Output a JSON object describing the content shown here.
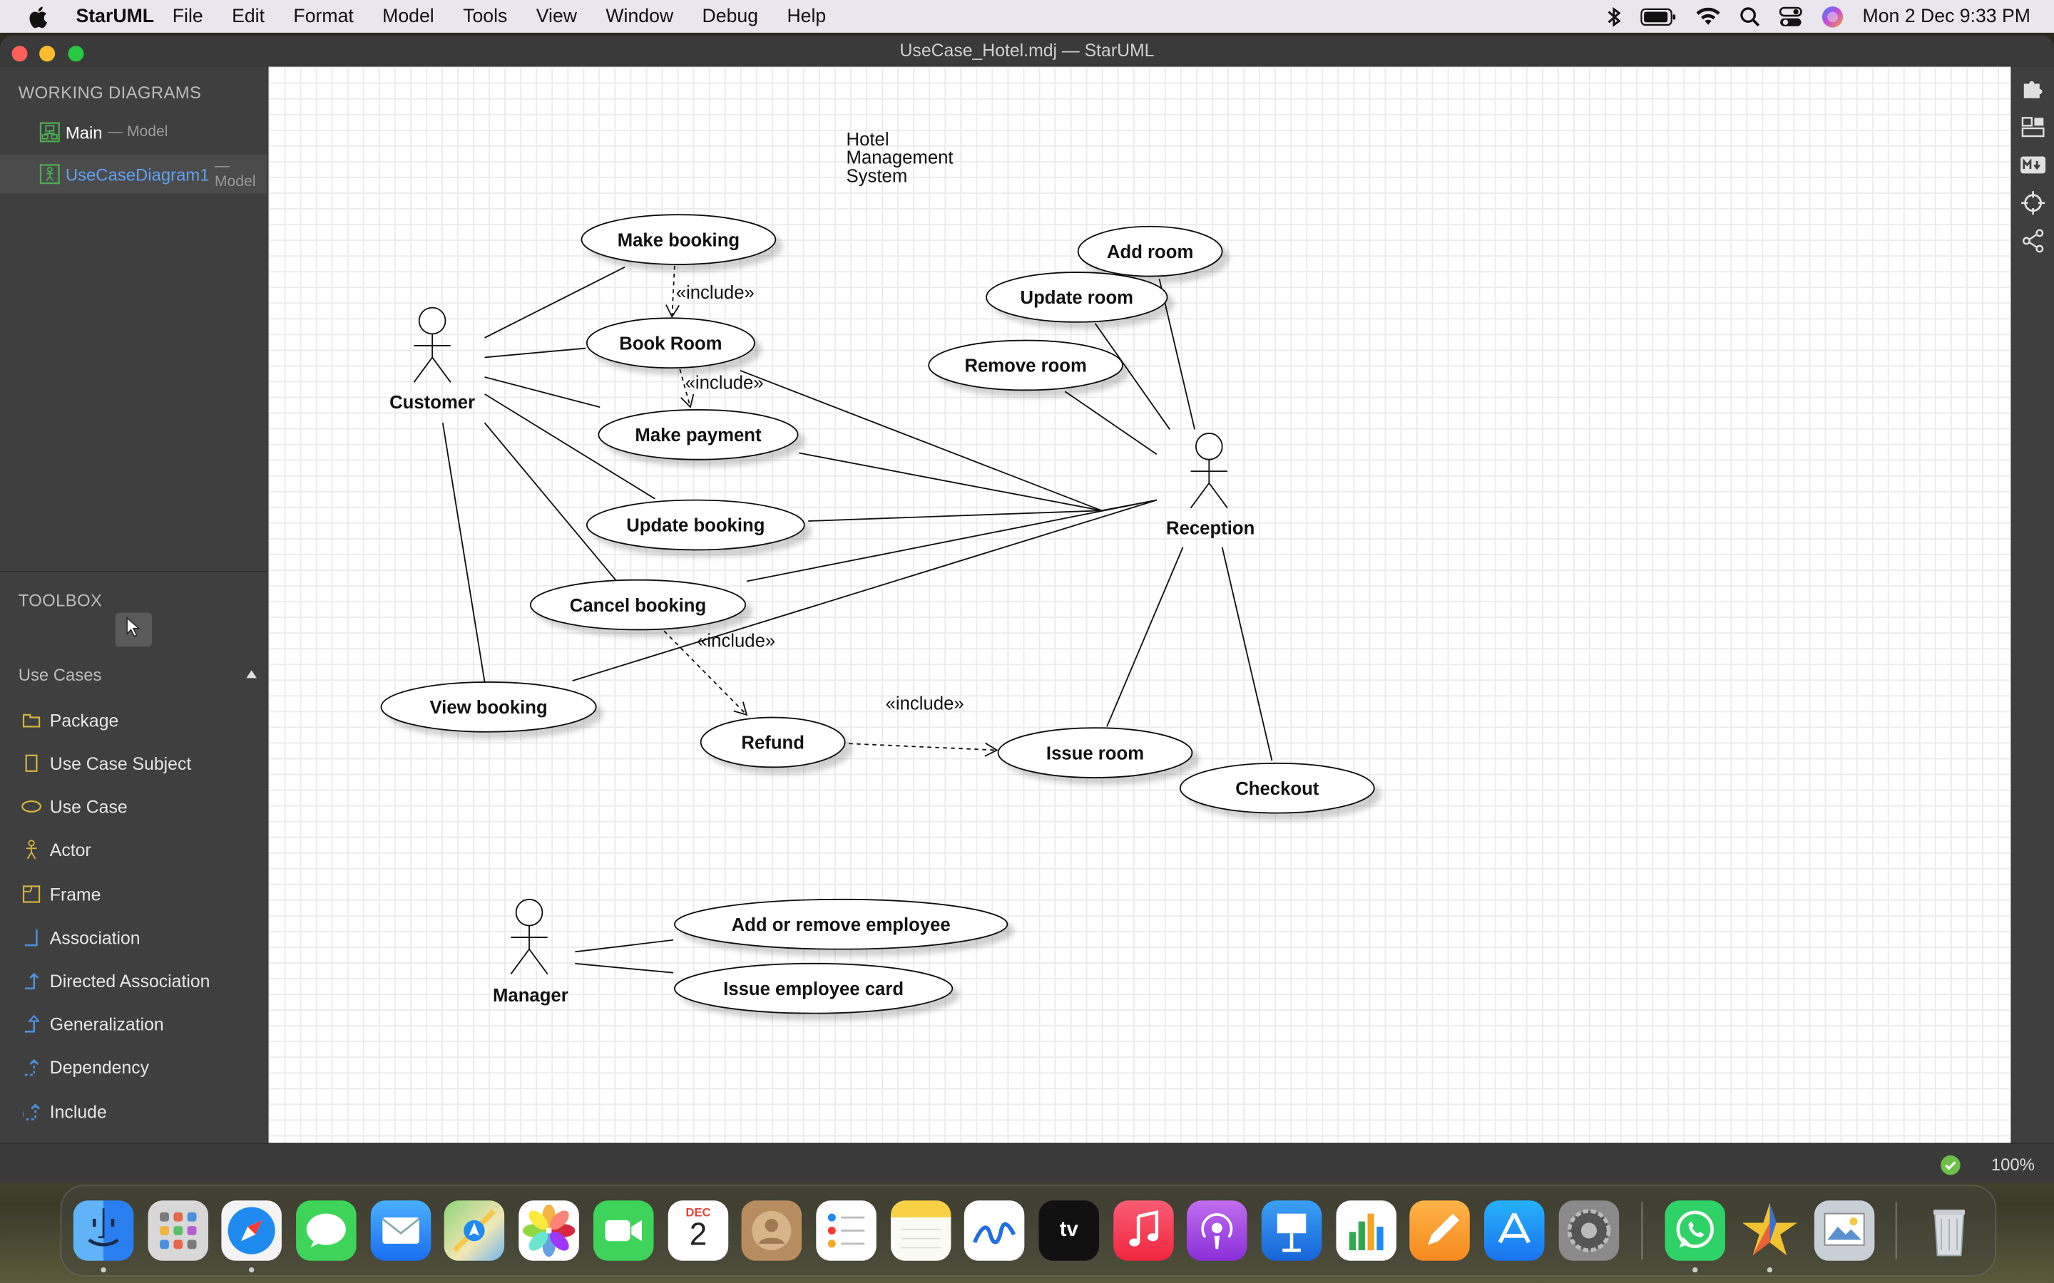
{
  "menubar": {
    "app_name": "StarUML",
    "items": [
      "File",
      "Edit",
      "Format",
      "Model",
      "Tools",
      "View",
      "Window",
      "Debug",
      "Help"
    ],
    "clock": "Mon 2 Dec  9:33 PM"
  },
  "window": {
    "title": "UseCase_Hotel.mdj — StarUML"
  },
  "sidebar": {
    "working_diagrams_title": "WORKING DIAGRAMS",
    "diagrams": [
      {
        "name": "Main",
        "sub": "— Model"
      },
      {
        "name": "UseCaseDiagram1",
        "sub": "— Model"
      }
    ],
    "toolbox_title": "TOOLBOX",
    "group": "Use Cases",
    "tools": [
      "Package",
      "Use Case Subject",
      "Use Case",
      "Actor",
      "Frame",
      "Association",
      "Directed Association",
      "Generalization",
      "Dependency",
      "Include"
    ]
  },
  "diagram": {
    "system_title": [
      "Hotel",
      "Management",
      "System"
    ],
    "actors": [
      "Customer",
      "Reception",
      "Manager"
    ],
    "usecases": [
      "Make booking",
      "Book Room",
      "Make payment",
      "Update booking",
      "Cancel booking",
      "View booking",
      "Refund",
      "Issue room",
      "Checkout",
      "Add room",
      "Update room",
      "Remove room",
      "Add or remove employee",
      "Issue employee card"
    ],
    "include_label": "«include»"
  },
  "status": {
    "zoom": "100%"
  },
  "dock": {
    "apps": [
      "Finder",
      "Launchpad",
      "Safari",
      "Messages",
      "Mail",
      "Maps",
      "Photos",
      "FaceTime",
      "Calendar",
      "Contacts",
      "Reminders",
      "Notes",
      "Freeform",
      "TV",
      "Music",
      "Podcasts",
      "Keynote",
      "Numbers",
      "Pages",
      "App Store",
      "System Settings",
      "WhatsApp",
      "StarUML",
      "Preview",
      "Trash"
    ],
    "calendar_month": "DEC",
    "calendar_day": "2",
    "tv_label": "tv"
  }
}
